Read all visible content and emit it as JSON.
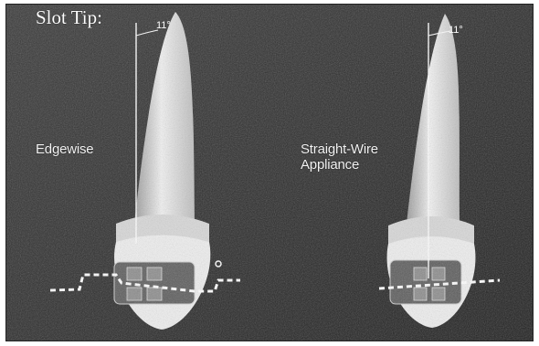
{
  "title": "Slot Tip:",
  "left_panel": {
    "label": "Edgewise",
    "angle": "11°"
  },
  "right_panel": {
    "label_line1": "Straight-Wire",
    "label_line2": "Appliance",
    "angle": "11°"
  },
  "colors": {
    "background": "#2b2b2b",
    "tooth": "#e9e9e9",
    "wire": "#ffffff"
  }
}
